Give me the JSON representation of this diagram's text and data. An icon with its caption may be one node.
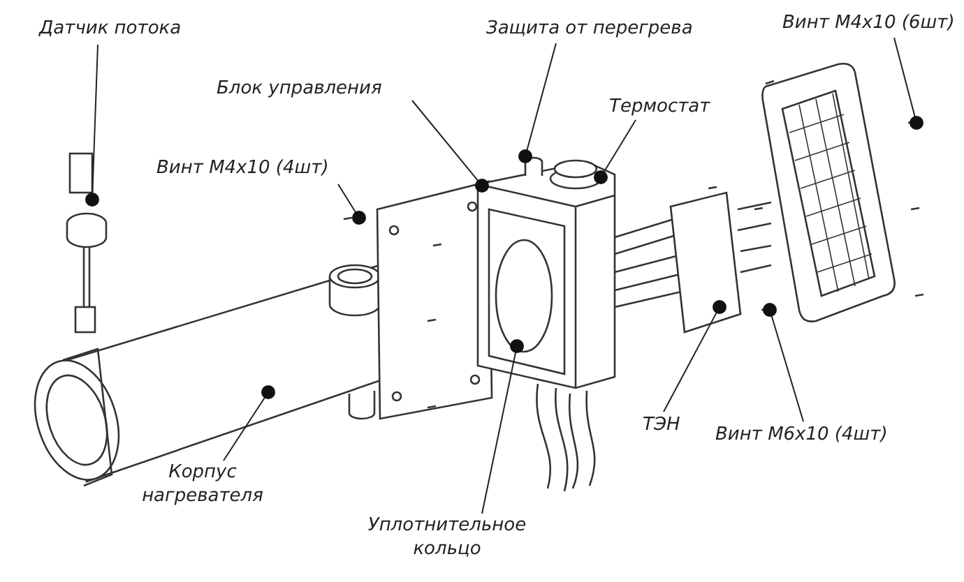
{
  "diagram": {
    "nodes": [
      {
        "text": [
          "Датчик потока"
        ]
      },
      {
        "text": [
          "Блок управления"
        ]
      },
      {
        "text": [
          "Защита от перегрева"
        ]
      },
      {
        "text": [
          "Термостат"
        ]
      },
      {
        "text": [
          "Винт М4х10 (6шт)"
        ]
      },
      {
        "text": [
          "Винт М4х10 (4шт)"
        ]
      },
      {
        "text": [
          "Корпус нагревателя"
        ]
      },
      {
        "text": [
          "Уплотнительное кольцо"
        ]
      },
      {
        "text": [
          "ТЭН"
        ]
      },
      {
        "text": [
          "Винт М6х10 (4шт)"
        ]
      }
    ],
    "edges": [
      {
        "from": 0,
        "to": null,
        "arrow": "other"
      },
      {
        "from": 1,
        "to": null,
        "arrow": "other"
      },
      {
        "from": 2,
        "to": null,
        "arrow": "other"
      },
      {
        "from": 3,
        "to": null,
        "arrow": "other"
      },
      {
        "from": 4,
        "to": null,
        "arrow": "other"
      },
      {
        "from": 5,
        "to": null,
        "arrow": "other"
      },
      {
        "from": 6,
        "to": null,
        "arrow": "other"
      },
      {
        "from": 7,
        "to": null,
        "arrow": "other"
      },
      {
        "from": 8,
        "to": null,
        "arrow": "other"
      },
      {
        "from": 9,
        "to": null,
        "arrow": "other"
      }
    ]
  }
}
